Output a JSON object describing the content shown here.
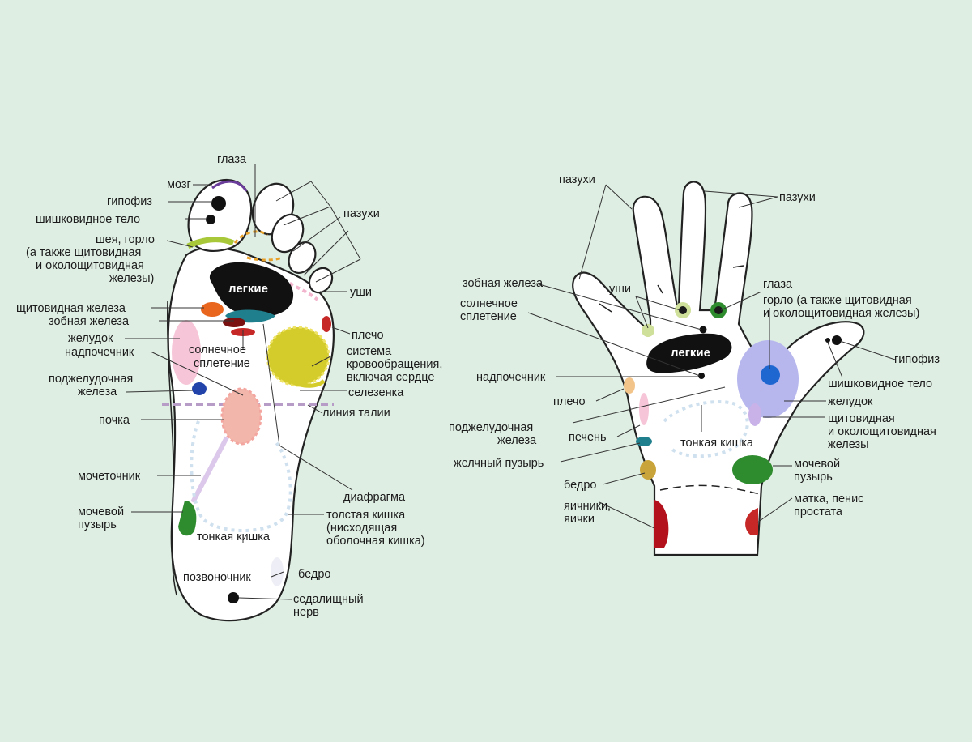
{
  "foot": {
    "eyes": "глаза",
    "brain": "мозг",
    "pituitary": "гипофиз",
    "pineal": "шишковидное тело",
    "neck_1": "шея, горло",
    "neck_2": "(а также щитовидная",
    "neck_3": "и околощитовидная",
    "neck_4": "железы)",
    "sinuses": "пазухи",
    "ears": "уши",
    "lungs": "легкие",
    "thyroid": "щитовидная железа",
    "thymus": "зобная железа",
    "stomach": "желудок",
    "adrenal": "надпочечник",
    "solar_1": "солнечное",
    "solar_2": "сплетение",
    "pancreas_1": "поджелудочная",
    "pancreas_2": "железа",
    "shoulder": "плечо",
    "circ_1": "система",
    "circ_2": "кровообращения,",
    "circ_3": "включая сердце",
    "spleen": "селезенка",
    "waist": "линия талии",
    "kidney": "почка",
    "ureter": "мочеточник",
    "diaphragm": "диафрагма",
    "bladder_1": "мочевой",
    "bladder_2": "пузырь",
    "colon_1": "толстая кишка",
    "colon_2": "(нисходящая",
    "colon_3": "оболочная кишка)",
    "small_int": "тонкая кишка",
    "spine": "позвоночник",
    "hip": "бедро",
    "sciatic_1": "седалищный",
    "sciatic_2": "нерв"
  },
  "hand": {
    "sinuses_left": "пазухи",
    "sinuses_right": "пазухи",
    "thymus": "зобная железа",
    "ears": "уши",
    "eyes": "глаза",
    "throat_1": "горло (а также щитовидная",
    "throat_2": "и околощитовидная железы)",
    "solar_1": "солнечное",
    "solar_2": "сплетение",
    "lungs": "легкие",
    "pituitary": "гипофиз",
    "adrenal": "надпочечник",
    "pineal": "шишковидное тело",
    "shoulder": "плечо",
    "stomach": "желудок",
    "pancreas_1": "поджелудочная",
    "pancreas_2": "железа",
    "thyroid_1": "щитовидная",
    "thyroid_2": "и околощитовидная",
    "thyroid_3": "железы",
    "liver": "печень",
    "small_int": "тонкая кишка",
    "gallbladder": "желчный пузырь",
    "bladder_1": "мочевой",
    "bladder_2": "пузырь",
    "hip": "бедро",
    "ovaries_1": "яичники,",
    "ovaries_2": "яички",
    "uterus_1": "матка, пенис",
    "uterus_2": "простата"
  },
  "colors": {
    "background": "#dfeee3",
    "lungs": "#111111",
    "bladder": "#2e8b2e",
    "spleen_circulation": "#d4cc2a",
    "adrenal_kidney": "#f3a6a0",
    "thyroid": "#e8661e",
    "thymus": "#b71c1c",
    "stomach": "#1f7f8c",
    "pancreas": "#2244aa",
    "stomach_hand": "#b7b7ee",
    "shoulder_hand": "#f2c48a",
    "reproductive": "#b3121c",
    "hip_hand": "#c9a43a",
    "waist_line": "#b89cc8",
    "neck_throat": "#a8c83a",
    "eyes_hand": "#2e8b2e"
  }
}
